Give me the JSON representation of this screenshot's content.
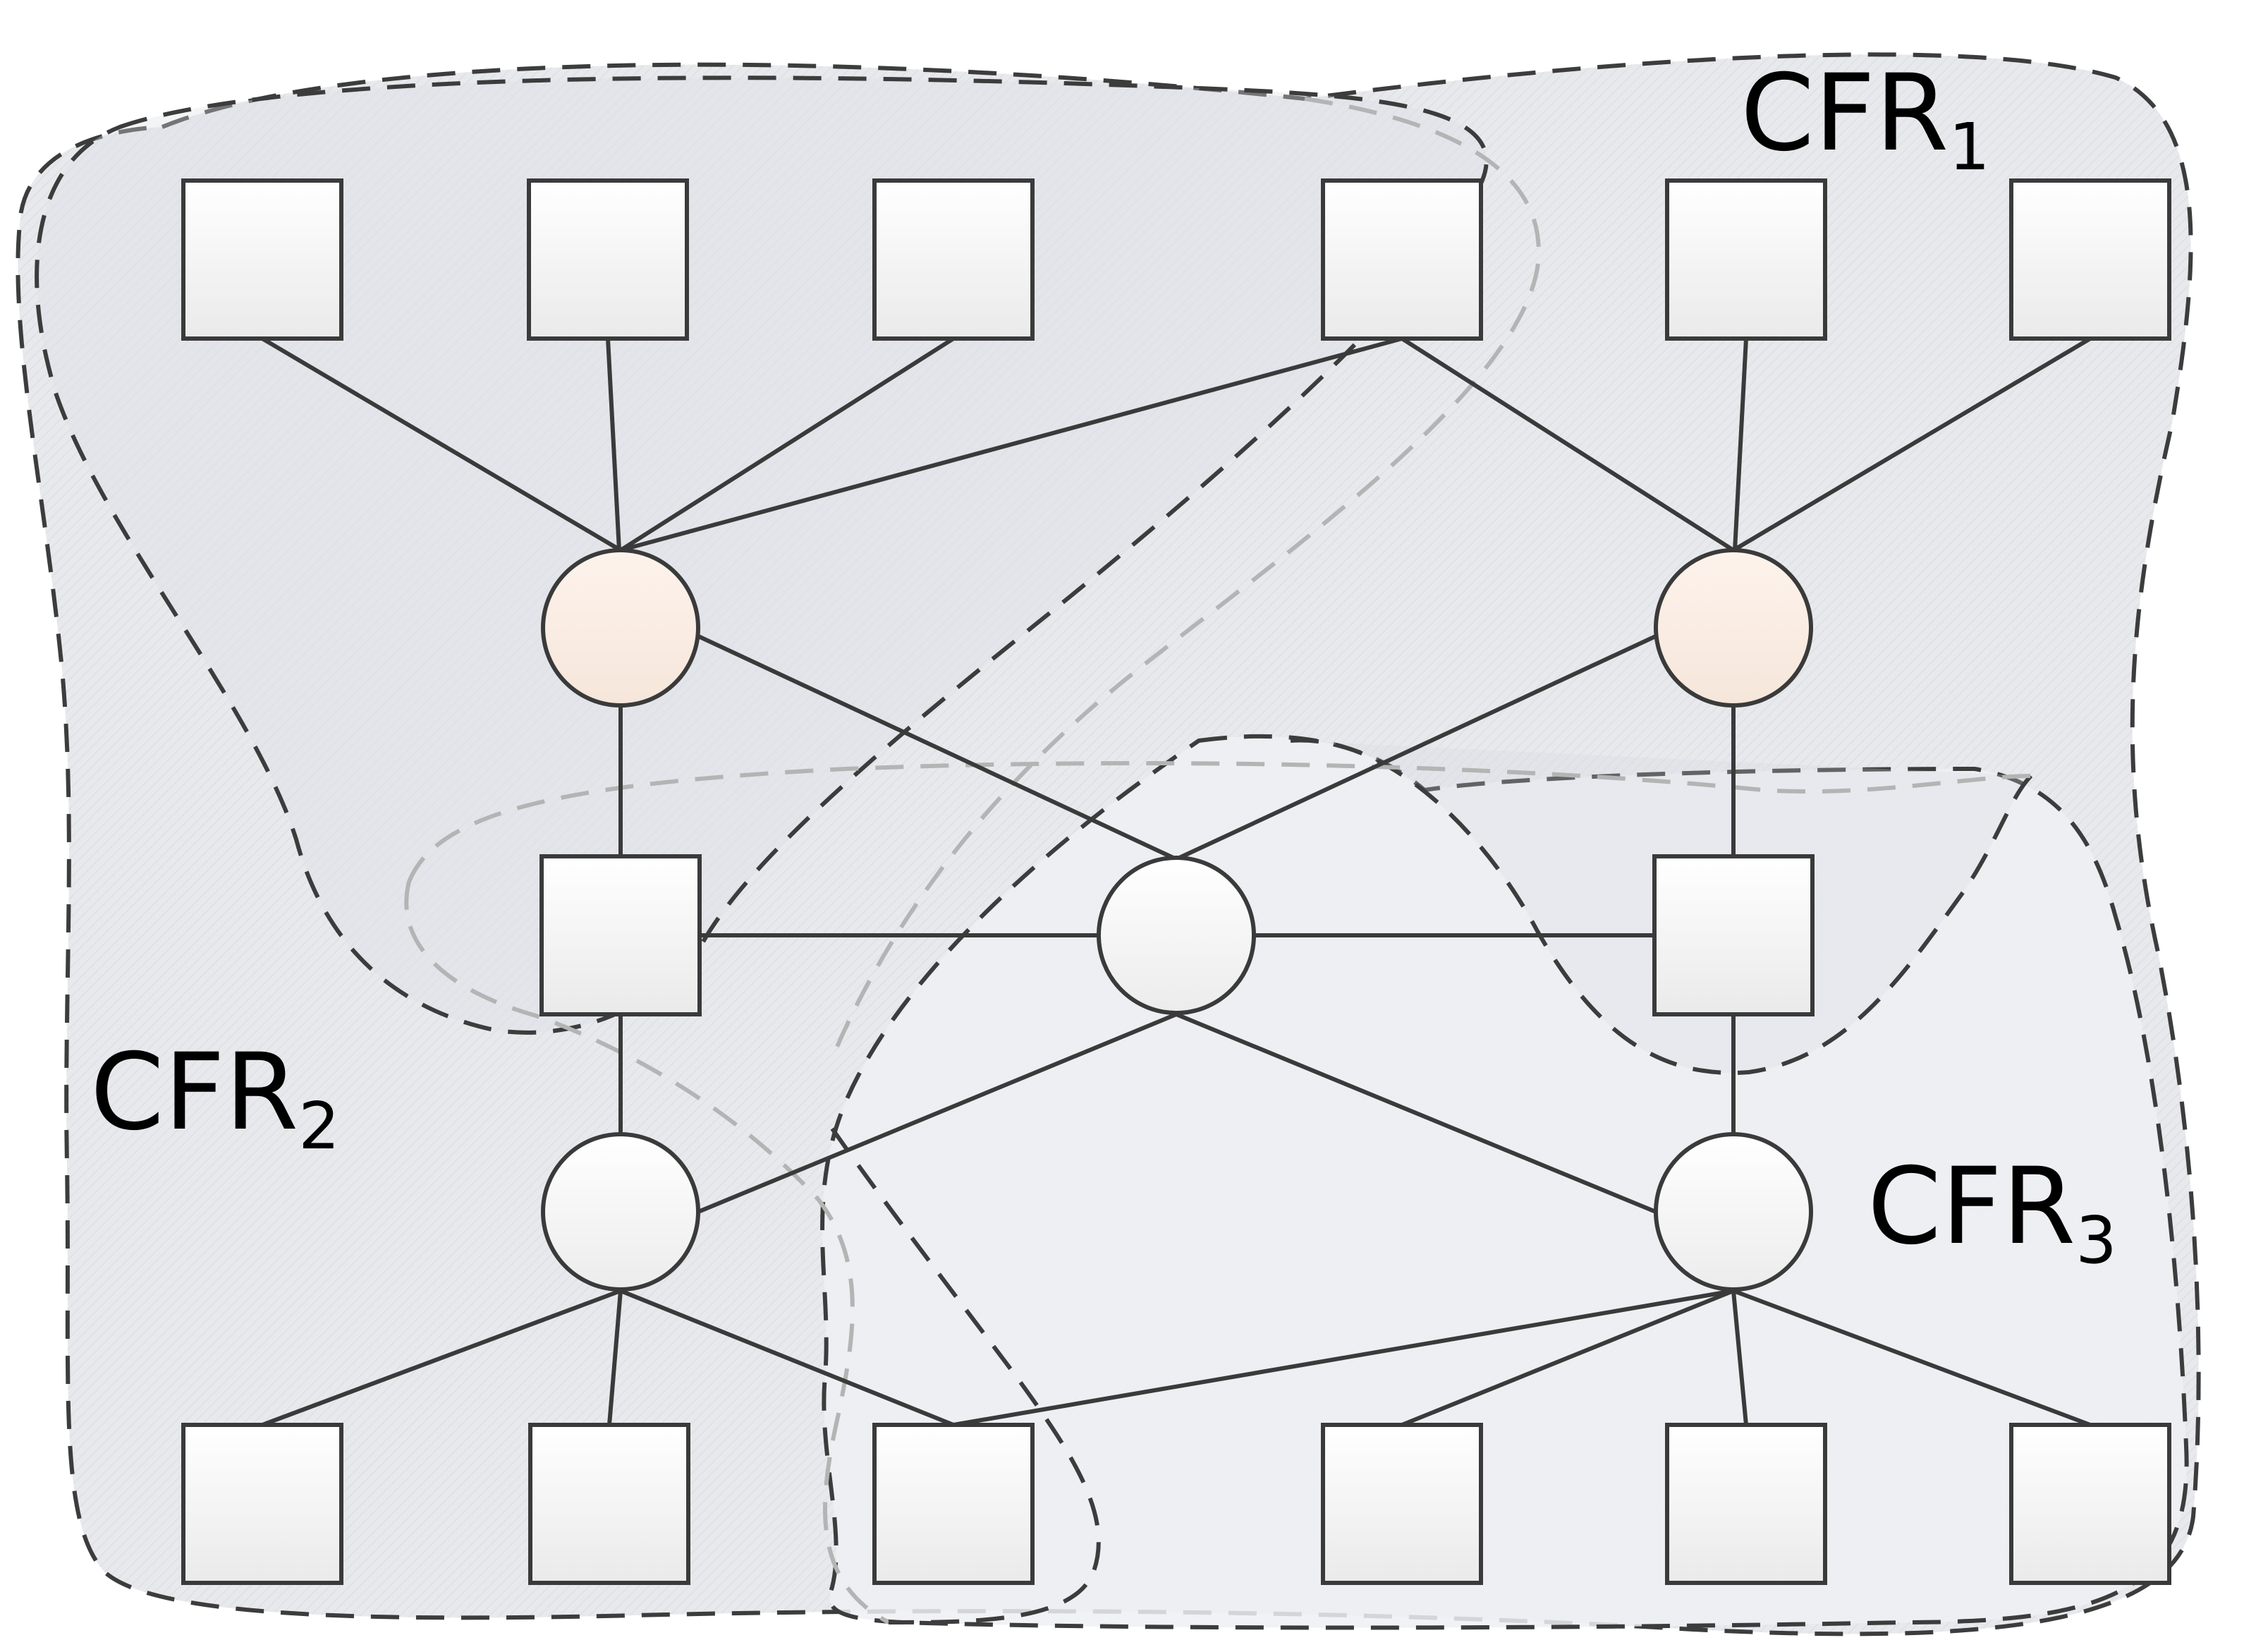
{
  "regions": [
    {
      "id": "cfr1",
      "label_main": "CFR",
      "label_sub": "1"
    },
    {
      "id": "cfr2",
      "label_main": "CFR",
      "label_sub": "2"
    },
    {
      "id": "cfr3",
      "label_main": "CFR",
      "label_sub": "3"
    }
  ],
  "colors": {
    "stroke": "#3a3a3a",
    "region_fill": "#e6e8ec",
    "tan_node_fill": "#fbeee4",
    "node_fill": "#ffffff"
  }
}
